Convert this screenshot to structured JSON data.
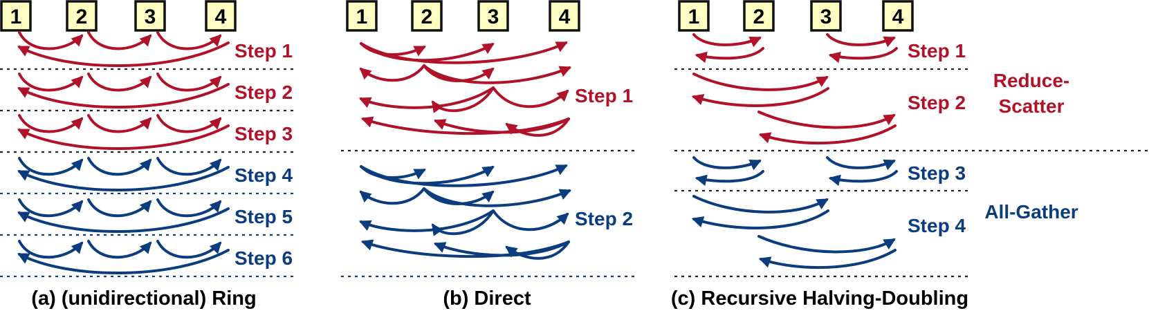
{
  "colors": {
    "reduce_scatter": "#b0122a",
    "all_gather": "#0b3c7d",
    "node_fill": "#ffffc4",
    "separator": "#222222"
  },
  "panels": [
    {
      "caption": "(a) (unidirectional) Ring",
      "nodes": [
        "1",
        "2",
        "3",
        "4"
      ],
      "steps": [
        "Step 1",
        "Step 2",
        "Step 3",
        "Step 4",
        "Step 5",
        "Step 6"
      ]
    },
    {
      "caption": "(b) Direct",
      "nodes": [
        "1",
        "2",
        "3",
        "4"
      ],
      "steps": [
        "Step 1",
        "Step 2"
      ]
    },
    {
      "caption": "(c) Recursive Halving-Doubling",
      "nodes": [
        "1",
        "2",
        "3",
        "4"
      ],
      "steps": [
        "Step 1",
        "Step 2",
        "Step 3",
        "Step 4"
      ]
    }
  ],
  "phases": {
    "reduce_scatter": "Reduce-\nScatter",
    "reduce_scatter_lines": [
      "Reduce-",
      "Scatter"
    ],
    "all_gather": "All-Gather"
  }
}
